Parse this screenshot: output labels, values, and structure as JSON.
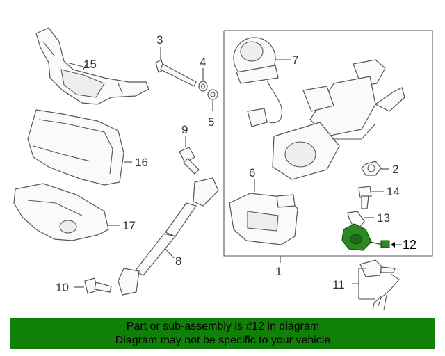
{
  "callouts": {
    "c1": "1",
    "c2": "2",
    "c3": "3",
    "c4": "4",
    "c5": "5",
    "c6": "6",
    "c7": "7",
    "c8": "8",
    "c9": "9",
    "c10": "10",
    "c11": "11",
    "c12": "12",
    "c13": "13",
    "c14": "14",
    "c15": "15",
    "c16": "16",
    "c17": "17"
  },
  "banner": {
    "line1": "Part or sub-assembly is #12 in diagram",
    "line2": "Diagram may not be specific to your vehicle"
  },
  "colors": {
    "banner_bg": "#118008",
    "highlight_part": "#2a8a22"
  },
  "highlighted_part": "12"
}
